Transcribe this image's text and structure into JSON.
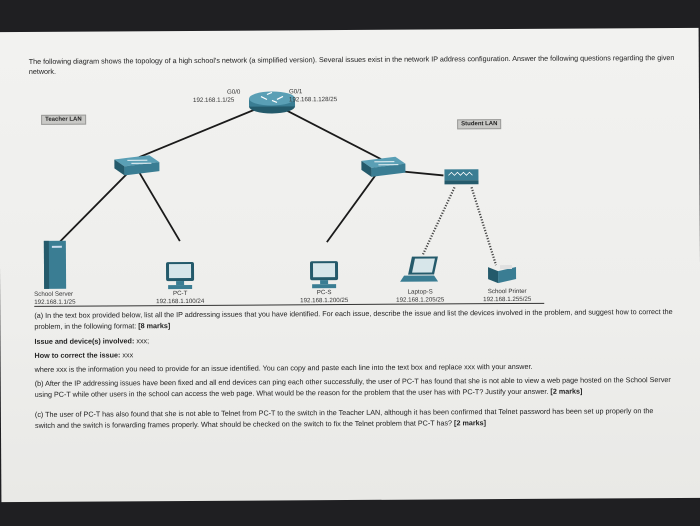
{
  "intro": "The following diagram shows the topology of a high school's network (a simplified version). Several issues exist in the network IP address configuration. Answer the following questions regarding the given network.",
  "diagram": {
    "router": {
      "g00_label": "G0/0",
      "g00_ip": "192.168.1.1/25",
      "g01_label": "G0/1",
      "g01_ip": "192.168.1.128/25"
    },
    "teacher_lan": "Teacher LAN",
    "student_lan": "Student LAN",
    "devices": [
      {
        "name": "School Server",
        "ip": "192.168.1.1/25"
      },
      {
        "name": "PC-T",
        "ip": "192.168.1.100/24"
      },
      {
        "name": "PC-S",
        "ip": "192.168.1.200/25"
      },
      {
        "name": "Laptop-S",
        "ip": "192.168.1.205/25"
      },
      {
        "name": "School Printer",
        "ip": "192.168.1.255/25"
      }
    ]
  },
  "questions": {
    "a": "(a) In the text box provided below, list all the IP addressing issues that you have identified. For each issue, describe the issue and list the devices involved in the problem, and suggest how to correct the problem, in the following format:",
    "a_marks": "[8 marks]",
    "issue_label": "Issue and device(s) involved:",
    "issue_value": "xxx;",
    "correct_label": "How to correct the issue:",
    "correct_value": "xxx",
    "where": "where xxx is the information you need to provide for an issue identified. You can copy and paste each line into the text box and replace xxx with your answer.",
    "b": "(b) After the IP addressing issues have been fixed and all end devices can ping each other successfully, the user of PC-T has found that she is not able to view a web page hosted on the School Server using PC-T while other users in the school can access the web page. What would be the reason for the problem that the user has with PC-T? Justify your answer.",
    "b_marks": "[2 marks]",
    "c": "(c) The user of PC-T has also found that she is not able to Telnet from PC-T to the switch in the Teacher LAN, although it has been confirmed that Telnet password has been set up properly on the switch and the switch is forwarding frames properly. What should be checked on the switch to fix the Telnet problem that PC-T has?",
    "c_marks": "[2 marks]"
  },
  "colors": {
    "device": "#3a7d93",
    "device_dark": "#245a6b",
    "link": "#1a1a1a",
    "wireless": "#444444"
  }
}
